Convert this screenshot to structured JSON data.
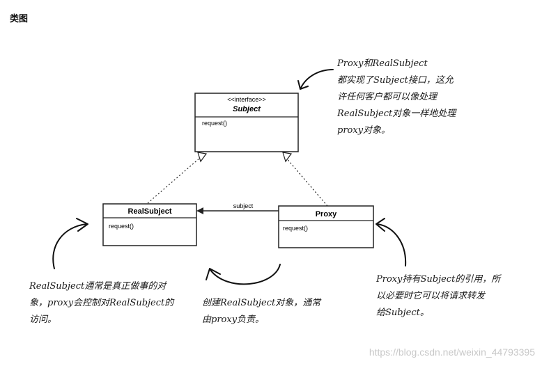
{
  "header": {
    "title": "类图"
  },
  "classes": {
    "subject": {
      "stereotype": "<<interface>>",
      "name": "Subject",
      "method": "request()"
    },
    "real_subject": {
      "name": "RealSubject",
      "method": "request()"
    },
    "proxy": {
      "name": "Proxy",
      "method": "request()"
    }
  },
  "association_label": "subject",
  "notes": {
    "top_right": [
      "Proxy和RealSubject",
      "都实现了Subject接口，这允",
      "许任何客户都可以像处理",
      "RealSubject对象一样地处理",
      "proxy对象。"
    ],
    "bottom_left": [
      "RealSubject通常是真正做事的对",
      "象，proxy会控制对RealSubject的",
      "访问。"
    ],
    "bottom_middle": [
      "创建RealSubject对象，通常",
      "由proxy负责。"
    ],
    "bottom_right": [
      "Proxy持有Subject的引用，所",
      "以必要时它可以将请求转发",
      "给Subject。"
    ]
  },
  "watermark": "https://blog.csdn.net/weixin_44793395"
}
